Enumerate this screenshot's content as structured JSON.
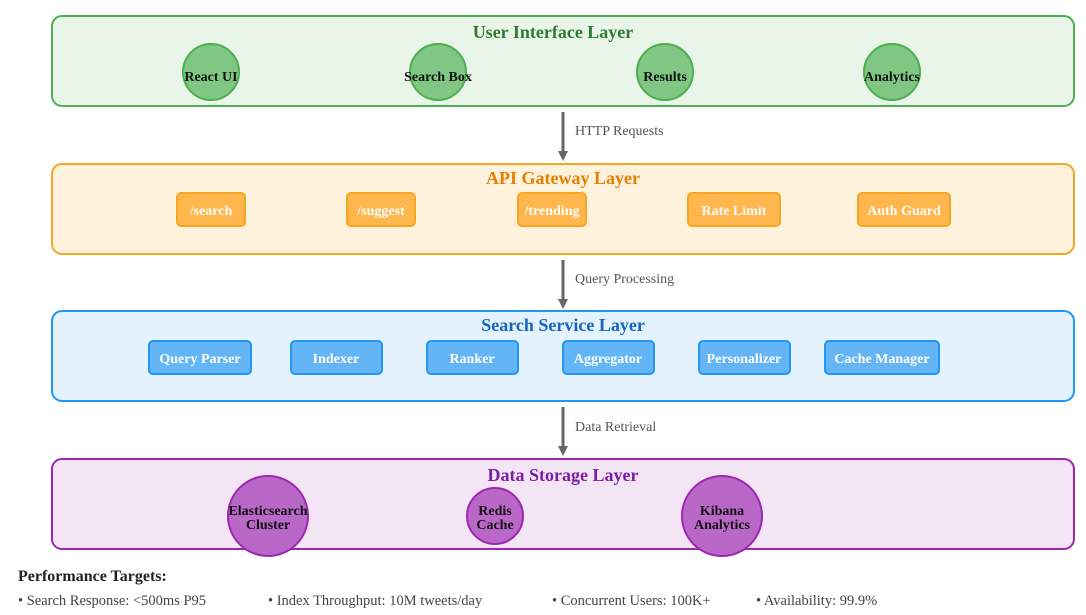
{
  "colors": {
    "ui_fill": "#e9f5e9",
    "ui_stroke": "#4caf50",
    "ui_title": "#2e7d32",
    "ui_node": "#81c784",
    "api_fill": "#fff2dc",
    "api_stroke": "#f5a623",
    "api_title": "#e67e00",
    "api_node": "#ffb74d",
    "svc_fill": "#e3f2fd",
    "svc_stroke": "#2196f3",
    "svc_title": "#1565c0",
    "svc_node": "#64b5f6",
    "data_fill": "#f3e5f5",
    "data_stroke": "#9c27b0",
    "data_title": "#7b1fa2",
    "data_node": "#ba68c8",
    "arrow": "#666666"
  },
  "layers": {
    "ui": {
      "title": "User Interface Layer",
      "nodes": [
        "React UI",
        "Search Box",
        "Results",
        "Analytics"
      ]
    },
    "api": {
      "title": "API Gateway Layer",
      "nodes": [
        "/search",
        "/suggest",
        "/trending",
        "Rate Limit",
        "Auth Guard"
      ]
    },
    "service": {
      "title": "Search Service Layer",
      "nodes": [
        "Query Parser",
        "Indexer",
        "Ranker",
        "Aggregator",
        "Personalizer",
        "Cache Manager"
      ]
    },
    "data": {
      "title": "Data Storage Layer",
      "nodes": [
        {
          "line1": "Elasticsearch",
          "line2": "Cluster"
        },
        {
          "line1": "Redis",
          "line2": "Cache"
        },
        {
          "line1": "Kibana",
          "line2": "Analytics"
        }
      ]
    }
  },
  "connectors": {
    "ui_to_api": "HTTP Requests",
    "api_to_service": "Query Processing",
    "service_to_data": "Data Retrieval"
  },
  "performance": {
    "title": "Performance Targets:",
    "items": [
      "• Search Response: <500ms P95",
      "• Index Throughput: 10M tweets/day",
      "• Concurrent Users: 100K+",
      "• Availability: 99.9%"
    ]
  }
}
